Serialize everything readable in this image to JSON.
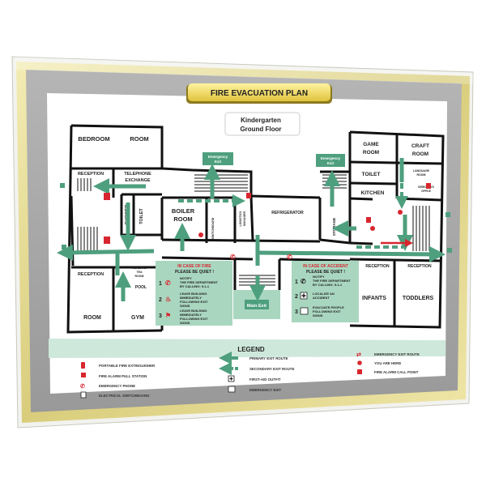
{
  "title": "FIRE EVACUATION PLAN",
  "building": {
    "line1": "Kindergarten",
    "line2": "Ground Floor"
  },
  "rooms": {
    "bedroom": "BEDROOM",
    "bedroom_room": "ROOM",
    "reception_top_left": "RECEPTION",
    "telephone_exchange": [
      "TELEPHONE",
      "EXCHANGE"
    ],
    "shower": "SHOWER",
    "toilet_left": "TOILET",
    "boiler_room": [
      "BOILER",
      "ROOM"
    ],
    "switchboard": "SWITCHBOARD",
    "logistics_manager": [
      "LOGISTICS",
      "MANAGER"
    ],
    "refrigerator": "REFRIGERATOR",
    "storage": "STORAGE",
    "game_room": [
      "GAME",
      "ROOM"
    ],
    "craft_room": [
      "CRAFT",
      "ROOM"
    ],
    "toilet_right": "TOILET",
    "kitchen": "KITCHEN",
    "langue_room": [
      "LANGUAGE",
      "ROOM"
    ],
    "directors_office": [
      "DIRECTOR'S",
      "OFFICE"
    ],
    "reception_left": "RECEPTION",
    "general_tea": [
      "GENERAL",
      "TEA",
      "ROOM"
    ],
    "pool": "POOL",
    "room_bottom": "ROOM",
    "gym": "GYM",
    "reception_mid_right": "RECEPTION",
    "reception_right": "RECEPTION",
    "infants": "INFANTS",
    "toddlers": "TODDLERS",
    "main_exit": "Main Exit",
    "emergency_exit_1": [
      "Emergency",
      "Exit"
    ],
    "emergency_exit_2": [
      "Emergency",
      "Exit"
    ]
  },
  "fire_box": {
    "heading": [
      "IN CASE OF FIRE",
      "PLEASE BE QUIET !"
    ],
    "steps": [
      {
        "num": "1",
        "text": [
          "NOTIFY",
          "THE FIRE DEPARTMENT",
          "BY CALLING: 9-1-1"
        ]
      },
      {
        "num": "2",
        "text": [
          "LEAVE BUILDING",
          "IMMEDIATELY",
          "FOLLOWING EXIT",
          "SIGNS"
        ]
      },
      {
        "num": "3",
        "text": [
          "LEAVE BUILDING",
          "IMMEDIATELY",
          "FOLLOWING EXIT",
          "SIGNS"
        ]
      }
    ]
  },
  "accident_box": {
    "heading": [
      "IN CASE OF ACCIDENT",
      "PLEASE BE QUIET !"
    ],
    "steps": [
      {
        "num": "1",
        "text": [
          "NOTIFY",
          "THE FIRE DEPARTMENT",
          "BY CALLING: 9-1-1"
        ]
      },
      {
        "num": "2",
        "text": [
          "LOCALIZE AN",
          "ACCIDENT"
        ]
      },
      {
        "num": "3",
        "text": [
          "EVACUATE PEOPLE",
          "FOLLOWING EXIT",
          "SIGNS"
        ]
      }
    ]
  },
  "legend": {
    "title": "LEGEND",
    "col1": [
      "PORTABLE FIRE EXTINGUISHER",
      "FIRE ALARM PULL STATION",
      "EMERGENCY PHONE",
      "ELECTRICAL SWITCHBOARD"
    ],
    "col2": [
      "PRIMARY EXIT ROUTE",
      "SECONDARY EXIT ROUTE",
      "FIRST-AID OUTFIT",
      "EMERGENCY EXIT"
    ],
    "col3": [
      "EMERGENCY EXIT ROUTE",
      "YOU ARE HERE",
      "FIRE ALARM CALL POINT"
    ]
  },
  "colors": {
    "frame_gold": "#e0d68c",
    "frame_grey": "#a8a8a8",
    "title_gold": "#f1dc62",
    "route_green": "#4e9f7e",
    "info_green": "#a9d6bf",
    "legend_band": "#cfe8dc",
    "wall": "#111111",
    "alarm_red": "#d8262e"
  }
}
